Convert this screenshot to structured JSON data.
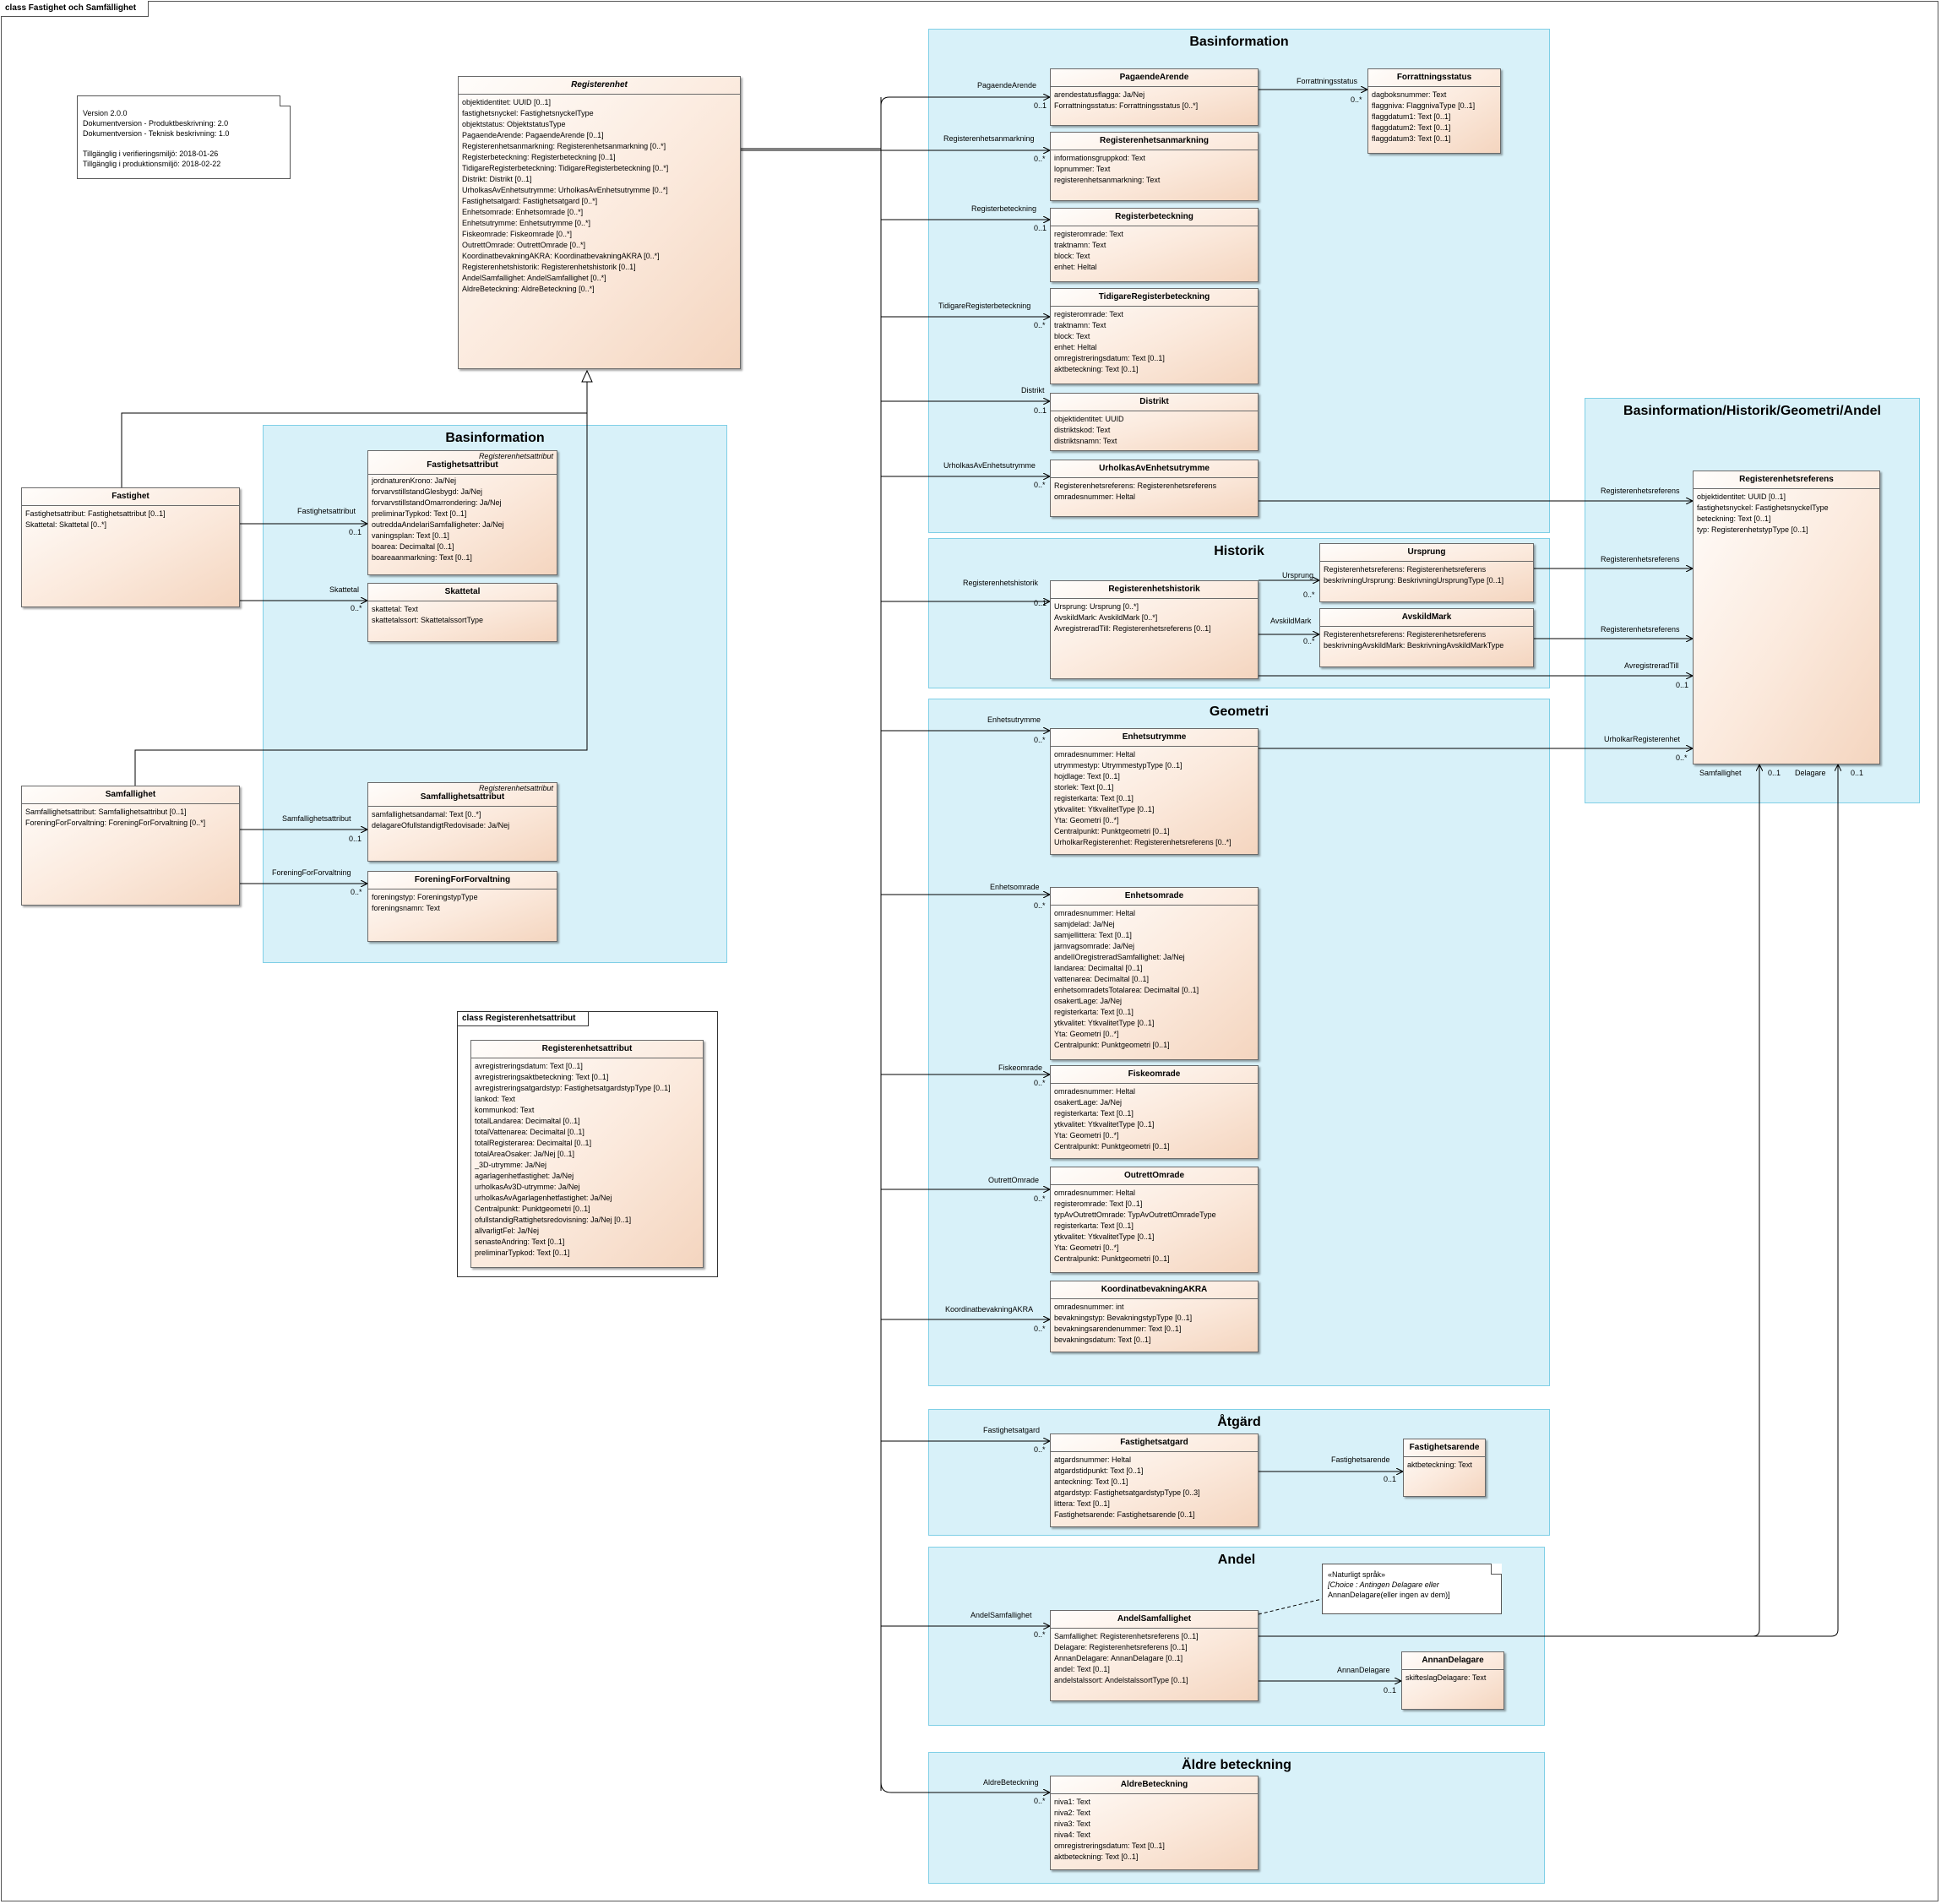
{
  "diagram": {
    "frame_title": "class Fastighet och Samfällighet"
  },
  "version_note": {
    "lines": [
      "Version 2.0.0",
      "Dokumentversion - Produktbeskrivning: 2.0",
      "Dokumentversion - Teknisk beskrivning: 1.0",
      "",
      "Tillgänglig i verifieringsmiljö: 2018-01-26",
      "Tillgänglig i produktionsmiljö: 2018-02-22"
    ]
  },
  "choice_note": {
    "lines": [
      "«Naturligt språk»",
      "[Choice : Antingen Delagare eller",
      "AnnanDelagare(eller ingen av dem)]"
    ]
  },
  "packages": {
    "basinfo_left": "Basinformation",
    "basinfo_right": "Basinformation",
    "historik": "Historik",
    "geometri": "Geometri",
    "atgard": "Åtgärd",
    "andel": "Andel",
    "aldre": "Äldre beteckning",
    "bhga": "Basinformation/Historik/Geometri/Andel"
  },
  "sub_frame": {
    "title": "class Registerenhetsattribut"
  },
  "classes": {
    "registerenhet": {
      "name": "Registerenhet",
      "attrs": [
        "objektidentitet: UUID [0..1]",
        "fastighetsnyckel: FastighetsnyckelType",
        "objektstatus: ObjektstatusType",
        "PagaendeArende: PagaendeArende [0..1]",
        "Registerenhetsanmarkning: Registerenhetsanmarkning [0..*]",
        "Registerbeteckning: Registerbeteckning [0..1]",
        "TidigareRegisterbeteckning: TidigareRegisterbeteckning [0..*]",
        "Distrikt: Distrikt [0..1]",
        "UrholkasAvEnhetsutrymme: UrholkasAvEnhetsutrymme [0..*]",
        "Fastighetsatgard: Fastighetsatgard [0..*]",
        "Enhetsomrade: Enhetsomrade [0..*]",
        "Enhetsutrymme: Enhetsutrymme [0..*]",
        "Fiskeomrade: Fiskeomrade [0..*]",
        "OutrettOmrade: OutrettOmrade [0..*]",
        "KoordinatbevakningAKRA: KoordinatbevakningAKRA [0..*]",
        "Registerenhetshistorik: Registerenhetshistorik [0..1]",
        "AndelSamfallighet: AndelSamfallighet [0..*]",
        "AldreBeteckning: AldreBeteckning [0..*]"
      ]
    },
    "fastighet": {
      "name": "Fastighet",
      "attrs": [
        "Fastighetsattribut: Fastighetsattribut [0..1]",
        "Skattetal: Skattetal [0..*]"
      ]
    },
    "samfallighet": {
      "name": "Samfallighet",
      "attrs": [
        "Samfallighetsattribut: Samfallighetsattribut [0..1]",
        "ForeningForForvaltning: ForeningForForvaltning [0..*]"
      ]
    },
    "fastighetsattribut": {
      "stereo": "Registerenhetsattribut",
      "name": "Fastighetsattribut",
      "attrs": [
        "jordnaturenKrono: Ja/Nej",
        "forvarvstillstandGlesbygd: Ja/Nej",
        "forvarvstillstandOmarrondering: Ja/Nej",
        "preliminarTypkod: Text [0..1]",
        "outreddaAndelariSamfalligheter: Ja/Nej",
        "vaningsplan: Text [0..1]",
        "boarea: Decimaltal [0..1]",
        "boareaanmarkning: Text [0..1]"
      ]
    },
    "skattetal": {
      "name": "Skattetal",
      "attrs": [
        "skattetal: Text",
        "skattetalssort: SkattetalssortType"
      ]
    },
    "samfallighetsattribut": {
      "stereo": "Registerenhetsattribut",
      "name": "Samfallighetsattribut",
      "attrs": [
        "samfallighetsandamal: Text [0..*]",
        "delagareOfullstandigtRedovisade: Ja/Nej"
      ]
    },
    "foreningforforvaltning": {
      "name": "ForeningForForvaltning",
      "attrs": [
        "foreningstyp: ForeningstypType",
        "foreningsnamn: Text"
      ]
    },
    "registerenhetsattribut": {
      "name": "Registerenhetsattribut",
      "attrs": [
        "avregistreringsdatum: Text [0..1]",
        "avregistreringsaktbeteckning: Text [0..1]",
        "avregistreringsatgardstyp: FastighetsatgardstypType [0..1]",
        "lankod: Text",
        "kommunkod: Text",
        "totalLandarea: Decimaltal [0..1]",
        "totalVattenarea: Decimaltal [0..1]",
        "totalRegisterarea: Decimaltal [0..1]",
        "totalAreaOsaker: Ja/Nej [0..1]",
        "_3D-utrymme: Ja/Nej",
        "agarlagenhetfastighet: Ja/Nej",
        "urholkasAv3D-utrymme: Ja/Nej",
        "urholkasAvAgarlagenhetfastighet: Ja/Nej",
        "Centralpunkt: Punktgeometri [0..1]",
        "ofullstandigRattighetsredovisning: Ja/Nej [0..1]",
        "allvarligtFel: Ja/Nej",
        "senasteAndring: Text [0..1]",
        "preliminarTypkod: Text [0..1]"
      ]
    },
    "pagaendearende": {
      "name": "PagaendeArende",
      "attrs": [
        "arendestatusflagga: Ja/Nej",
        "Forrattningsstatus: Forrattningsstatus [0..*]"
      ]
    },
    "forrattningsstatus": {
      "name": "Forrattningsstatus",
      "attrs": [
        "dagboksnummer: Text",
        "flaggniva: FlaggnivaType [0..1]",
        "flaggdatum1: Text [0..1]",
        "flaggdatum2: Text [0..1]",
        "flaggdatum3: Text [0..1]"
      ]
    },
    "registerenhetsanmarkning": {
      "name": "Registerenhetsanmarkning",
      "attrs": [
        "informationsgruppkod: Text",
        "lopnummer: Text",
        "registerenhetsanmarkning: Text"
      ]
    },
    "registerbeteckning": {
      "name": "Registerbeteckning",
      "attrs": [
        "registeromrade: Text",
        "traktnamn: Text",
        "block: Text",
        "enhet: Heltal"
      ]
    },
    "tidigareregisterbeteckning": {
      "name": "TidigareRegisterbeteckning",
      "attrs": [
        "registeromrade: Text",
        "traktnamn: Text",
        "block: Text",
        "enhet: Heltal",
        "omregistreringsdatum: Text [0..1]",
        "aktbeteckning: Text [0..1]"
      ]
    },
    "distrikt": {
      "name": "Distrikt",
      "attrs": [
        "objektidentitet: UUID",
        "distriktskod: Text",
        "distriktsnamn: Text"
      ]
    },
    "urholkasavenhetsutrymme": {
      "name": "UrholkasAvEnhetsutrymme",
      "attrs": [
        "Registerenhetsreferens: Registerenhetsreferens",
        "omradesnummer: Heltal"
      ]
    },
    "registerenhetshistorik": {
      "name": "Registerenhetshistorik",
      "attrs": [
        "Ursprung: Ursprung [0..*]",
        "AvskildMark: AvskildMark [0..*]",
        "AvregistreradTill: Registerenhetsreferens [0..1]"
      ]
    },
    "ursprung": {
      "name": "Ursprung",
      "attrs": [
        "Registerenhetsreferens: Registerenhetsreferens",
        "beskrivningUrsprung: BeskrivningUrsprungType [0..1]"
      ]
    },
    "avskildmark": {
      "name": "AvskildMark",
      "attrs": [
        "Registerenhetsreferens: Registerenhetsreferens",
        "beskrivningAvskildMark: BeskrivningAvskildMarkType"
      ]
    },
    "enhetsutrymme": {
      "name": "Enhetsutrymme",
      "attrs": [
        "omradesnummer: Heltal",
        "utrymmestyp: UtrymmestypType [0..1]",
        "hojdlage: Text [0..1]",
        "storlek: Text [0..1]",
        "registerkarta: Text [0..1]",
        "ytkvalitet: YtkvalitetType [0..1]",
        "Yta: Geometri [0..*]",
        "Centralpunkt: Punktgeometri [0..1]",
        "UrholkarRegisterenhet: Registerenhetsreferens [0..*]"
      ]
    },
    "enhetsomrade": {
      "name": "Enhetsomrade",
      "attrs": [
        "omradesnummer: Heltal",
        "samjdelad: Ja/Nej",
        "samjellittera: Text [0..1]",
        "jarnvagsomrade: Ja/Nej",
        "andelIOregistreradSamfallighet: Ja/Nej",
        "landarea: Decimaltal [0..1]",
        "vattenarea: Decimaltal [0..1]",
        "enhetsomradetsTotalarea: Decimaltal [0..1]",
        "osakertLage: Ja/Nej",
        "registerkarta: Text [0..1]",
        "ytkvalitet: YtkvalitetType [0..1]",
        "Yta: Geometri [0..*]",
        "Centralpunkt: Punktgeometri [0..1]"
      ]
    },
    "fiskeomrade": {
      "name": "Fiskeomrade",
      "attrs": [
        "omradesnummer: Heltal",
        "osakertLage: Ja/Nej",
        "registerkarta: Text [0..1]",
        "ytkvalitet: YtkvalitetType [0..1]",
        "Yta: Geometri [0..*]",
        "Centralpunkt: Punktgeometri [0..1]"
      ]
    },
    "outrettomrade": {
      "name": "OutrettOmrade",
      "attrs": [
        "omradesnummer: Heltal",
        "registeromrade: Text [0..1]",
        "typAvOutrettOmrade: TypAvOutrettOmradeType",
        "registerkarta: Text [0..1]",
        "ytkvalitet: YtkvalitetType [0..1]",
        "Yta: Geometri [0..*]",
        "Centralpunkt: Punktgeometri [0..1]"
      ]
    },
    "koordinatbevakningakra": {
      "name": "KoordinatbevakningAKRA",
      "attrs": [
        "omradesnummer: int",
        "bevakningstyp: BevakningstypType [0..1]",
        "bevakningsarendenummer: Text [0..1]",
        "bevakningsdatum: Text [0..1]"
      ]
    },
    "fastighetsatgard": {
      "name": "Fastighetsatgard",
      "attrs": [
        "atgardsnummer: Heltal",
        "atgardstidpunkt: Text [0..1]",
        "anteckning: Text [0..1]",
        "atgardstyp: FastighetsatgardstypType [0..3]",
        "littera: Text [0..1]",
        "Fastighetsarende: Fastighetsarende [0..1]"
      ]
    },
    "fastighetsarende": {
      "name": "Fastighetsarende",
      "attrs": [
        "aktbeteckning: Text"
      ]
    },
    "andelsamfallighet": {
      "name": "AndelSamfallighet",
      "attrs": [
        "Samfallighet: Registerenhetsreferens [0..1]",
        "Delagare: Registerenhetsreferens [0..1]",
        "AnnanDelagare: AnnanDelagare [0..1]",
        "andel: Text [0..1]",
        "andelstalssort: AndelstalssortType [0..1]"
      ]
    },
    "annandelagare": {
      "name": "AnnanDelagare",
      "attrs": [
        "skifteslagDelagare: Text"
      ]
    },
    "aldrebeteckning": {
      "name": "AldreBeteckning",
      "attrs": [
        "niva1: Text",
        "niva2: Text",
        "niva3: Text",
        "niva4: Text",
        "omregistreringsdatum: Text [0..1]",
        "aktbeteckning: Text [0..1]"
      ]
    },
    "registerenhetsreferens": {
      "name": "Registerenhetsreferens",
      "attrs": [
        "objektidentitet: UUID [0..1]",
        "fastighetsnyckel: FastighetsnyckelType",
        "beteckning: Text [0..1]",
        "typ: RegisterenhetstypType [0..1]"
      ]
    }
  },
  "labels": {
    "fastighetsattribut": {
      "role": "Fastighetsattribut",
      "mult": "0..1"
    },
    "skattetal": {
      "role": "Skattetal",
      "mult": "0..*"
    },
    "samfallighetsattribut": {
      "role": "Samfallighetsattribut",
      "mult": "0..1"
    },
    "foreningforforvaltning": {
      "role": "ForeningForForvaltning",
      "mult": "0..*"
    },
    "pagaendearende": {
      "role": "PagaendeArende",
      "mult": "0..1"
    },
    "forrattningsstatus": {
      "role": "Forrattningsstatus",
      "mult": "0..*"
    },
    "registerenhetsanmarkning": {
      "role": "Registerenhetsanmarkning",
      "mult": "0..*"
    },
    "registerbeteckning": {
      "role": "Registerbeteckning",
      "mult": "0..1"
    },
    "tidigareregisterbeteckning": {
      "role": "TidigareRegisterbeteckning",
      "mult": "0..*"
    },
    "distrikt": {
      "role": "Distrikt",
      "mult": "0..1"
    },
    "urholkasavenhetsutrymme": {
      "role": "UrholkasAvEnhetsutrymme",
      "mult": "0..*"
    },
    "registerenhetshistorik": {
      "role": "Registerenhetshistorik",
      "mult": "0..1"
    },
    "ursprung": {
      "role": "Ursprung",
      "mult": "0..*"
    },
    "avskildmark": {
      "role": "AvskildMark",
      "mult": "0..*"
    },
    "enhetsutrymme": {
      "role": "Enhetsutrymme",
      "mult": "0..*"
    },
    "enhetsomrade": {
      "role": "Enhetsomrade",
      "mult": "0..*"
    },
    "fiskeomrade": {
      "role": "Fiskeomrade",
      "mult": "0..*"
    },
    "outrettomrade": {
      "role": "OutrettOmrade",
      "mult": "0..*"
    },
    "koordinatbevakningakra": {
      "role": "KoordinatbevakningAKRA",
      "mult": "0..*"
    },
    "fastighetsatgard": {
      "role": "Fastighetsatgard",
      "mult": "0..*"
    },
    "fastighetsarende": {
      "role": "Fastighetsarende",
      "mult": "0..1"
    },
    "andelsamfallighet": {
      "role": "AndelSamfallighet",
      "mult": "0..*"
    },
    "annandelagare": {
      "role": "AnnanDelagare",
      "mult": "0..1"
    },
    "aldrebeteckning": {
      "role": "AldreBeteckning",
      "mult": "0..*"
    },
    "ref_urholkas": {
      "role": "Registerenhetsreferens"
    },
    "ref_ursprung": {
      "role": "Registerenhetsreferens"
    },
    "ref_avskild": {
      "role": "Registerenhetsreferens"
    },
    "avregistreradtill": {
      "role": "AvregistreradTill",
      "mult": "0..1"
    },
    "urholkarregisterenhet": {
      "role": "UrholkarRegisterenhet",
      "mult": "0..*"
    },
    "samfallighet_ref": {
      "role": "Samfallighet",
      "mult": "0..1"
    },
    "delagare_ref": {
      "role": "Delagare",
      "mult": "0..1"
    }
  }
}
